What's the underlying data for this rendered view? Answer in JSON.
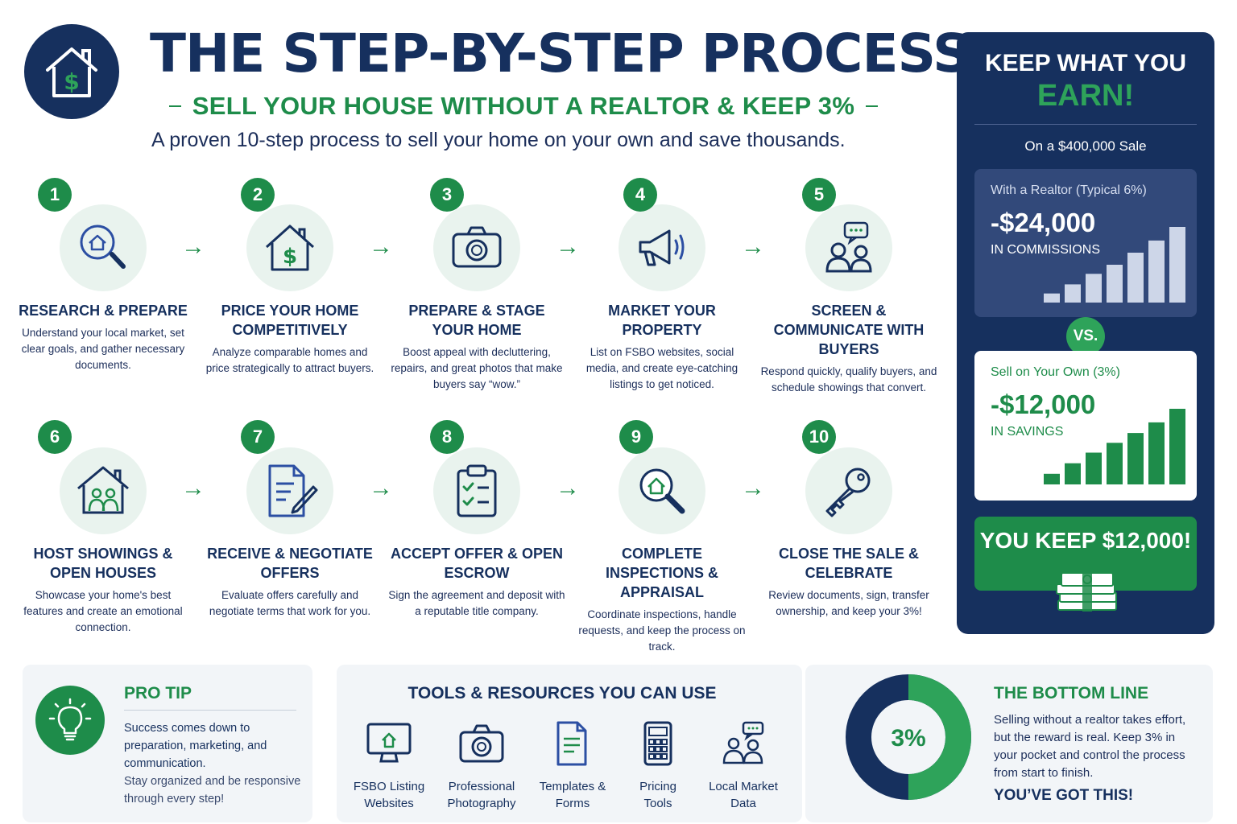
{
  "header": {
    "title": "THE STEP-BY-STEP PROCESS",
    "subtitle": "SELL YOUR HOUSE WITHOUT A REALTOR & KEEP 3%",
    "lead": "A proven 10-step process to sell your home on your own and save thousands."
  },
  "steps": [
    {
      "num": "1",
      "title": "RESEARCH & PREPARE",
      "desc": "Understand your local market, set clear goals, and gather necessary documents.",
      "icon": "magnifier-house-icon"
    },
    {
      "num": "2",
      "title": "PRICE YOUR HOME COMPETITIVELY",
      "desc": "Analyze comparable homes and price strategically to attract buyers.",
      "icon": "house-dollar-icon"
    },
    {
      "num": "3",
      "title": "PREPARE & STAGE YOUR HOME",
      "desc": "Boost appeal with decluttering, repairs, and great photos that make buyers say “wow.”",
      "icon": "camera-icon"
    },
    {
      "num": "4",
      "title": "MARKET YOUR PROPERTY",
      "desc": "List on FSBO websites, social media, and create eye-catching listings to get noticed.",
      "icon": "megaphone-icon"
    },
    {
      "num": "5",
      "title": "SCREEN & COMMUNICATE WITH BUYERS",
      "desc": "Respond quickly, qualify buyers, and schedule showings that convert.",
      "icon": "people-chat-icon"
    },
    {
      "num": "6",
      "title": "HOST SHOWINGS & OPEN HOUSES",
      "desc": "Showcase your home's best features and create an emotional connection.",
      "icon": "house-people-icon"
    },
    {
      "num": "7",
      "title": "RECEIVE & NEGOTIATE OFFERS",
      "desc": "Evaluate offers carefully and negotiate terms that work for you.",
      "icon": "document-pen-icon"
    },
    {
      "num": "8",
      "title": "ACCEPT OFFER & OPEN ESCROW",
      "desc": "Sign the agreement and deposit with a reputable title company.",
      "icon": "clipboard-check-icon"
    },
    {
      "num": "9",
      "title": "COMPLETE INSPECTIONS & APPRAISAL",
      "desc": "Coordinate inspections, handle requests, and keep the process on track.",
      "icon": "inspection-magnifier-icon"
    },
    {
      "num": "10",
      "title": "CLOSE THE SALE & CELEBRATE",
      "desc": "Review documents, sign, transfer ownership, and keep your 3%!",
      "icon": "key-icon"
    }
  ],
  "panel": {
    "title_line1": "KEEP WHAT YOU",
    "title_line2": "EARN!",
    "sale": "On a $400,000 Sale",
    "realtor": {
      "label": "With a Realtor (Typical 6%)",
      "amount": "-$24,000",
      "caption": "IN COMMISSIONS",
      "bars": [
        0.12,
        0.24,
        0.38,
        0.5,
        0.66,
        0.82,
        1.0
      ]
    },
    "vs": "VS.",
    "own": {
      "label": "Sell on Your Own (3%)",
      "amount": "-$12,000",
      "caption": "IN SAVINGS",
      "bars": [
        0.14,
        0.28,
        0.42,
        0.55,
        0.68,
        0.82,
        1.0
      ]
    },
    "keep": "YOU KEEP $12,000!"
  },
  "pro_tip": {
    "title": "PRO TIP",
    "bold_text": "Success comes down to preparation, marketing, and communication.",
    "text": "Stay organized and be responsive through every step!"
  },
  "tools": {
    "title": "TOOLS & RESOURCES YOU CAN USE",
    "items": [
      {
        "line1": "FSBO Listing",
        "line2": "Websites",
        "icon": "monitor-house-icon"
      },
      {
        "line1": "Professional",
        "line2": "Photography",
        "icon": "camera-icon"
      },
      {
        "line1": "Templates &",
        "line2": "Forms",
        "icon": "document-icon"
      },
      {
        "line1": "Pricing",
        "line2": "Tools",
        "icon": "calculator-icon"
      },
      {
        "line1": "Local Market",
        "line2": "Data",
        "icon": "people-chat-icon"
      }
    ]
  },
  "bottom_line": {
    "title": "THE BOTTOM LINE",
    "donut_label": "3%",
    "donut_fraction": 0.5,
    "text": "Selling without a realtor takes effort, but the reward is real. Keep 3% in your pocket and control the process from start to finish.",
    "cta": "YOU’VE GOT THIS!"
  },
  "colors": {
    "navy": "#16305e",
    "green": "#1e8c4a",
    "light_green": "#2ea35a",
    "mint": "#e9f3ee"
  }
}
